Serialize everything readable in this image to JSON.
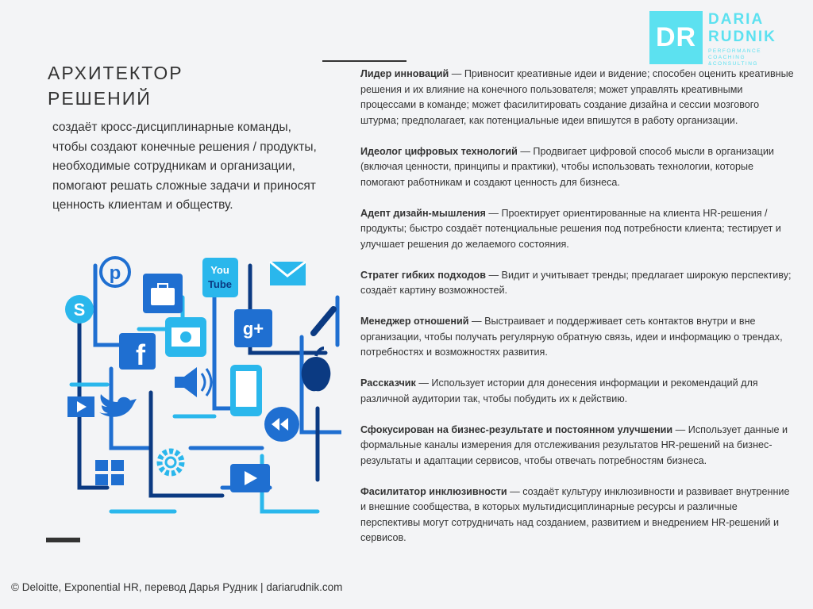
{
  "logo": {
    "mark": "DR",
    "name_line1": "DARIA",
    "name_line2": "RUDNIK",
    "subtitle": "PERFORMANCE COACHING &CONSULTING"
  },
  "title": {
    "line1": "АРХИТЕКТОР",
    "line2": "РЕШЕНИЙ"
  },
  "intro": "создаёт кросс-дисциплинарные команды, чтобы создают конечные решения / продукты, необходимые сотрудникам и организации, помогают решать сложные задачи и приносят ценность клиентам и обществу.",
  "illustration": {
    "icons": [
      "pinterest-icon",
      "briefcase-icon",
      "youtube-icon",
      "mail-icon",
      "skype-icon",
      "camera-icon",
      "google-plus-icon",
      "facebook-icon",
      "pencil-icon",
      "apple-icon",
      "speaker-icon",
      "phone-icon",
      "video-icon",
      "twitter-icon",
      "rewind-icon",
      "windows-icon",
      "gear-icon",
      "play-icon"
    ],
    "colors": {
      "dark": "#0b3a82",
      "mid": "#1f6fd1",
      "light": "#2ab7ec"
    },
    "youtube_text": [
      "You",
      "Tube"
    ]
  },
  "roles": [
    {
      "name": "Лидер инноваций",
      "desc": " — Привносит креативные идеи и видение; способен оценить креативные решения и их влияние на конечного пользователя; может управлять креативными процессами в команде; может фасилитировать создание дизайна и сессии мозгового штурма; предполагает, как потенциальные идеи впишутся в работу организации."
    },
    {
      "name": "Идеолог цифровых технологий",
      "desc": " — Продвигает цифровой способ мысли в организации (включая ценности, принципы и практики), чтобы использовать технологии, которые помогают работникам и создают ценность для бизнеса."
    },
    {
      "name": "Адепт дизайн-мышления",
      "desc": " — Проектирует ориентированные на клиента HR-решения / продукты; быстро создаёт потенциальные решения под потребности клиента; тестирует и улучшает решения до желаемого состояния."
    },
    {
      "name": "Стратег гибких подходов",
      "desc": " — Видит и учитывает тренды; предлагает широкую перспективу; создаёт картину возможностей."
    },
    {
      "name": "Менеджер отношений",
      "desc": " — Выстраивает и поддерживает сеть контактов внутри и вне организации, чтобы получать регулярную обратную связь, идеи и информацию о трендах, потребностях и возможностях развития."
    },
    {
      "name": "Рассказчик",
      "desc": " — Использует истории для донесения информации и рекомендаций для различной аудитории так, чтобы побудить их к действию."
    },
    {
      "name": "Сфокусирован на бизнес-результате и постоянном улучшении",
      "desc": " — Использует данные и формальные каналы измерения для отслеживания результатов HR-решений на бизнес-результаты и адаптации сервисов, чтобы отвечать потребностям бизнеса."
    },
    {
      "name": "Фасилитатор инклюзивности",
      "desc": " — создаёт культуру инклюзивности и развивает внутренние и внешние сообщества, в которых мультидисциплинарные ресурсы и различные перспективы могут сотрудничать над созданием, развитием и внедрением HR-решений и сервисов."
    }
  ],
  "footer": "© Deloitte, Exponential HR, перевод Дарья Рудник | dariarudnik.com"
}
